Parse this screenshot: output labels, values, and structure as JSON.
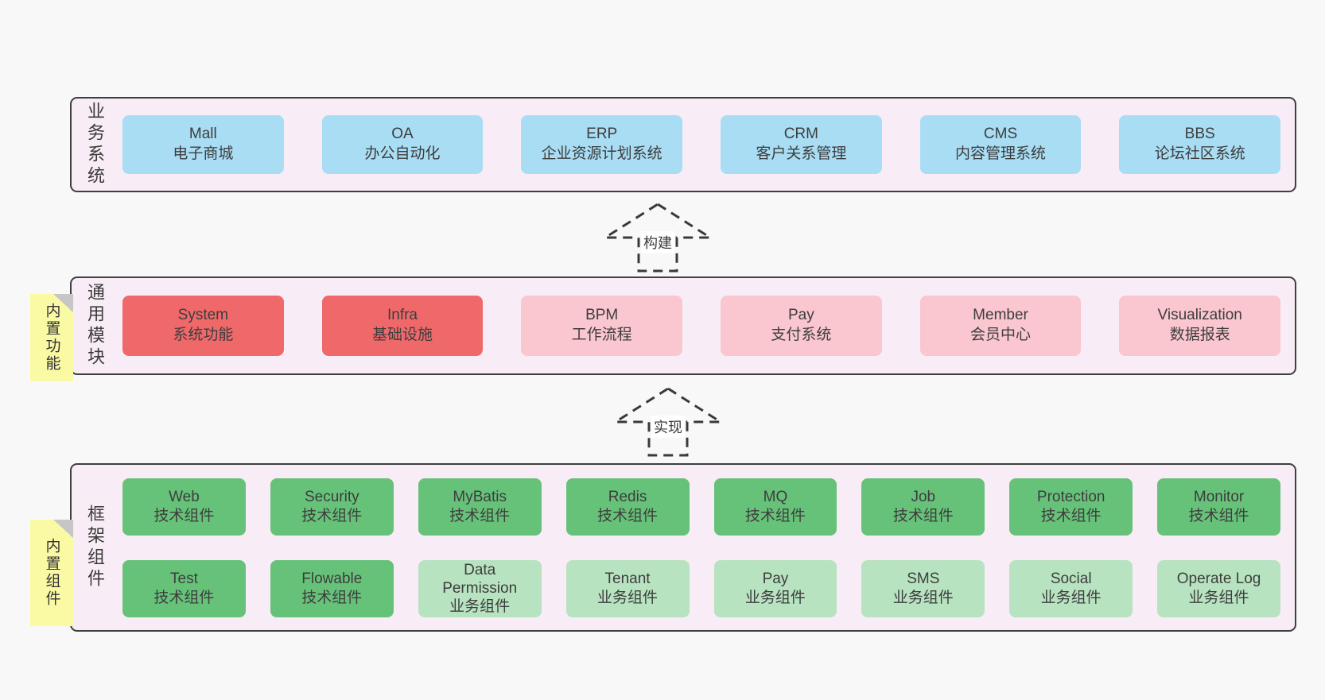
{
  "colors": {
    "background": "#f8f8f8",
    "band_fill": "#f8edf6",
    "band_border": "#3f3f3f",
    "blue": "#a9ddf4",
    "red": "#f0696a",
    "pink": "#fac6cf",
    "green": "#67c279",
    "green_light": "#b7e3c0",
    "sticky_yellow": "#fafaa5",
    "text": "#3d3d3d"
  },
  "arrows": [
    {
      "label": "构建"
    },
    {
      "label": "实现"
    }
  ],
  "bands": [
    {
      "label": "业务系统",
      "items": [
        {
          "name": "Mall",
          "desc": "电子商城"
        },
        {
          "name": "OA",
          "desc": "办公自动化"
        },
        {
          "name": "ERP",
          "desc": "企业资源计划系统"
        },
        {
          "name": "CRM",
          "desc": "客户关系管理"
        },
        {
          "name": "CMS",
          "desc": "内容管理系统"
        },
        {
          "name": "BBS",
          "desc": "论坛社区系统"
        }
      ]
    },
    {
      "label": "通用模块",
      "sticky": "内置功能",
      "items": [
        {
          "name": "System",
          "desc": "系统功能"
        },
        {
          "name": "Infra",
          "desc": "基础设施"
        },
        {
          "name": "BPM",
          "desc": "工作流程"
        },
        {
          "name": "Pay",
          "desc": "支付系统"
        },
        {
          "name": "Member",
          "desc": "会员中心"
        },
        {
          "name": "Visualization",
          "desc": "数据报表"
        }
      ]
    },
    {
      "label": "框架组件",
      "sticky": "内置组件",
      "rows": [
        [
          {
            "name": "Web",
            "desc": "技术组件"
          },
          {
            "name": "Security",
            "desc": "技术组件"
          },
          {
            "name": "MyBatis",
            "desc": "技术组件"
          },
          {
            "name": "Redis",
            "desc": "技术组件"
          },
          {
            "name": "MQ",
            "desc": "技术组件"
          },
          {
            "name": "Job",
            "desc": "技术组件"
          },
          {
            "name": "Protection",
            "desc": "技术组件"
          },
          {
            "name": "Monitor",
            "desc": "技术组件"
          }
        ],
        [
          {
            "name": "Test",
            "desc": "技术组件"
          },
          {
            "name": "Flowable",
            "desc": "技术组件"
          },
          {
            "name": "Data Permission",
            "desc": "业务组件"
          },
          {
            "name": "Tenant",
            "desc": "业务组件"
          },
          {
            "name": "Pay",
            "desc": "业务组件"
          },
          {
            "name": "SMS",
            "desc": "业务组件"
          },
          {
            "name": "Social",
            "desc": "业务组件"
          },
          {
            "name": "Operate Log",
            "desc": "业务组件"
          }
        ]
      ]
    }
  ]
}
